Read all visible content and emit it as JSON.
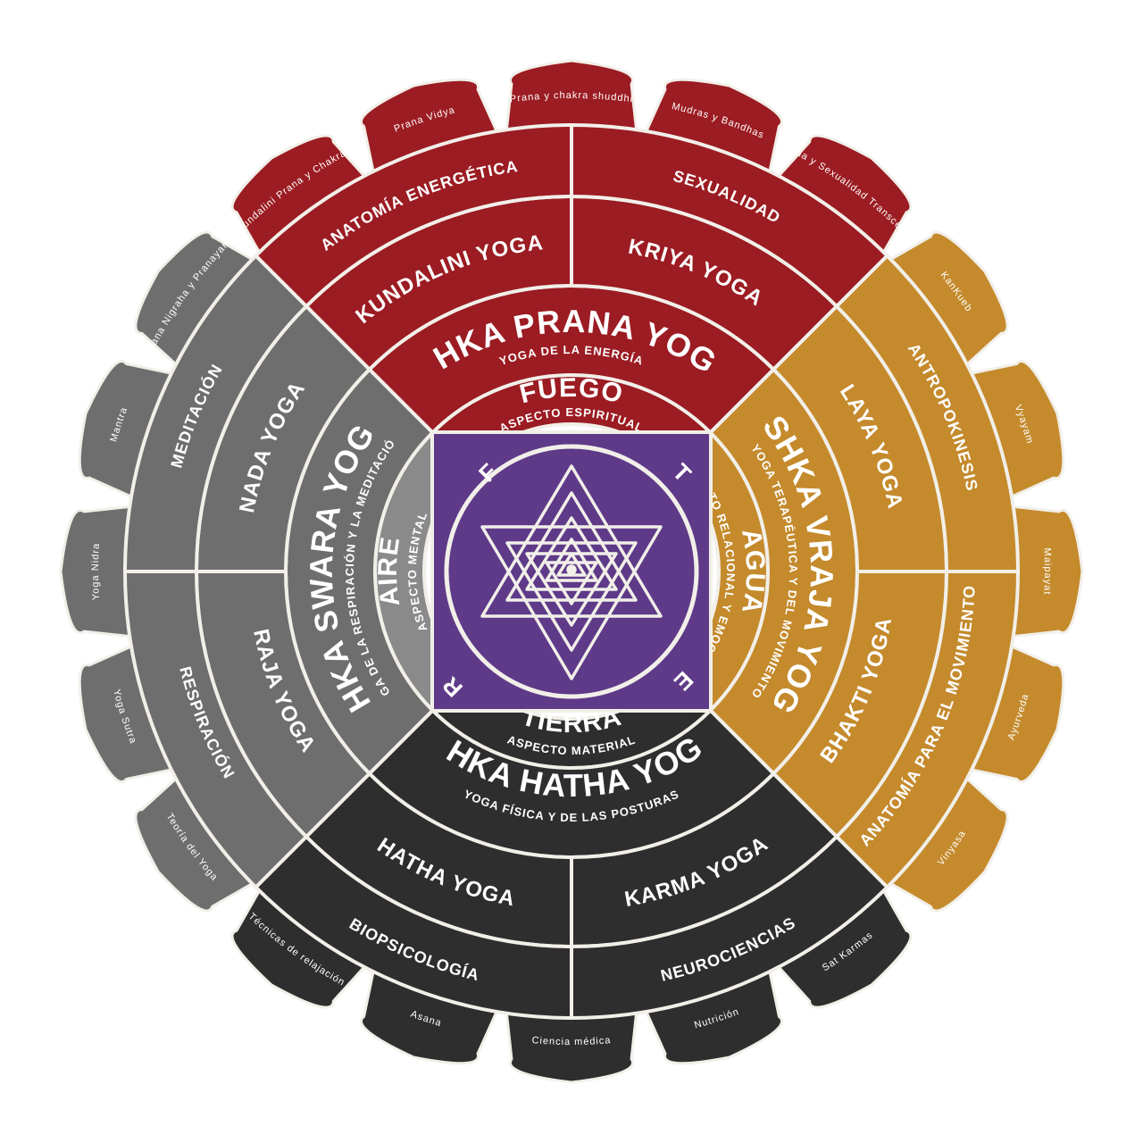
{
  "colors": {
    "fire": "#9b1c22",
    "water": "#c48a2c",
    "earth": "#2e2e2e",
    "air": "#6e6e6e",
    "air_inner": "#8a8a8a",
    "center": "#5e3a88",
    "chalk": "#f2efe9"
  },
  "center": {
    "symbol": "sri-yantra-icon",
    "letters": {
      "top_left": "F",
      "top_right": "T",
      "bottom_left": "R",
      "bottom_right": "E"
    }
  },
  "elements": {
    "fire": {
      "name": "FUEGO",
      "aspect": "ASPECTO ESPIRITUAL"
    },
    "water": {
      "name": "AGUA",
      "aspect": "ASPECTO RELACIONAL Y EMOCIONAL"
    },
    "earth": {
      "name": "TIERRA",
      "aspect": "ASPECTO MATERIAL"
    },
    "air": {
      "name": "AIRE",
      "aspect": "ASPECTO MENTAL"
    }
  },
  "main_yogas": {
    "fire": {
      "name": "ISHKA PRANA YOGA",
      "sub": "YOGA DE LA ENERGÍA"
    },
    "water": {
      "name": "ISHKA VRAJA YOGA",
      "sub": "YOGA TERAPÉUTICA Y DEL MOVIMIENTO"
    },
    "earth": {
      "name": "ISHKA HATHA YOGA",
      "sub": "YOGA FÍSICA Y DE LAS POSTURAS"
    },
    "air": {
      "name": "ISHKA SWARA YOGA",
      "sub": "YOGA DE LA RESPIRACIÓN Y LA MEDITACIÓN"
    }
  },
  "yoga_paths": {
    "fire": [
      "KUNDALINI YOGA",
      "KRIYA YOGA"
    ],
    "water": [
      "LAYA YOGA",
      "BHAKTI YOGA"
    ],
    "earth": [
      "KARMA YOGA",
      "HATHA YOGA"
    ],
    "air": [
      "RAJA YOGA",
      "NADA YOGA"
    ]
  },
  "disciplines": {
    "fire": [
      "ANATOMÍA ENERGÉTICA",
      "SEXUALIDAD"
    ],
    "water": [
      "ANTROPOKINESIS",
      "ANATOMÍA PARA EL MOVIMIENTO"
    ],
    "earth": [
      "NEUROCIENCIAS",
      "BIOPSICOLOGÍA"
    ],
    "air": [
      "RESPIRACIÓN",
      "MEDITACIÓN"
    ]
  },
  "petals": [
    "Prana Vidya",
    "Prana y chakra shuddhi",
    "Mudras y Bandhas",
    "Maithuna y Sexualidad Transcendente",
    "KanKueb",
    "Vyayam",
    "Maipayat",
    "Ayurveda",
    "Vinyasa",
    "Sat Karmas",
    "Nutrición",
    "Ciencia médica",
    "Asana",
    "Técnicas de relajación",
    "Teoría del Yoga",
    "Yoga Sutra",
    "Yoga Nidra",
    "Mantra",
    "Prana Nigraha y Pranayama",
    "Kundalini Prana y Chakras"
  ]
}
